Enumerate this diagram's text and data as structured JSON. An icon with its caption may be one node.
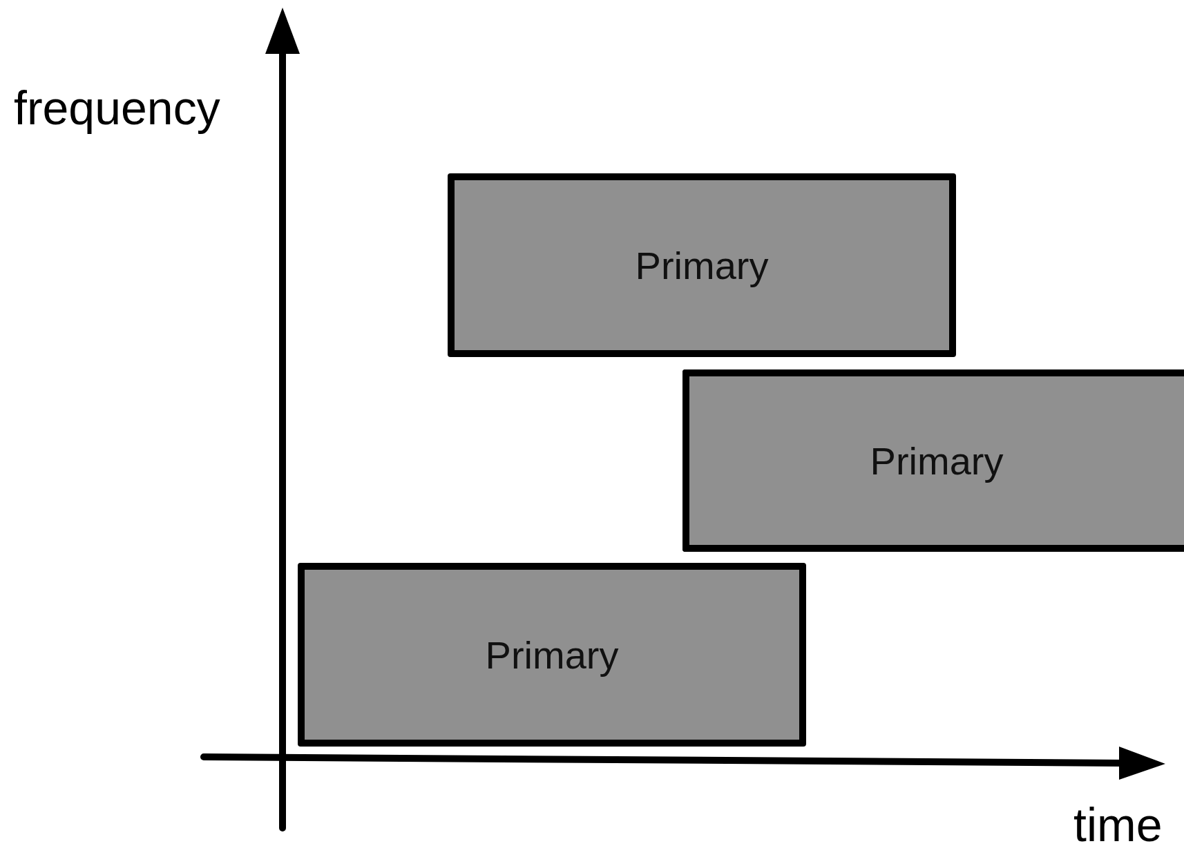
{
  "diagram": {
    "nodes": [
      {
        "text": [
          "Primary"
        ]
      },
      {
        "text": [
          "Primary"
        ]
      },
      {
        "text": [
          "Primary"
        ]
      }
    ],
    "labels": [
      "frequency",
      "time"
    ]
  }
}
